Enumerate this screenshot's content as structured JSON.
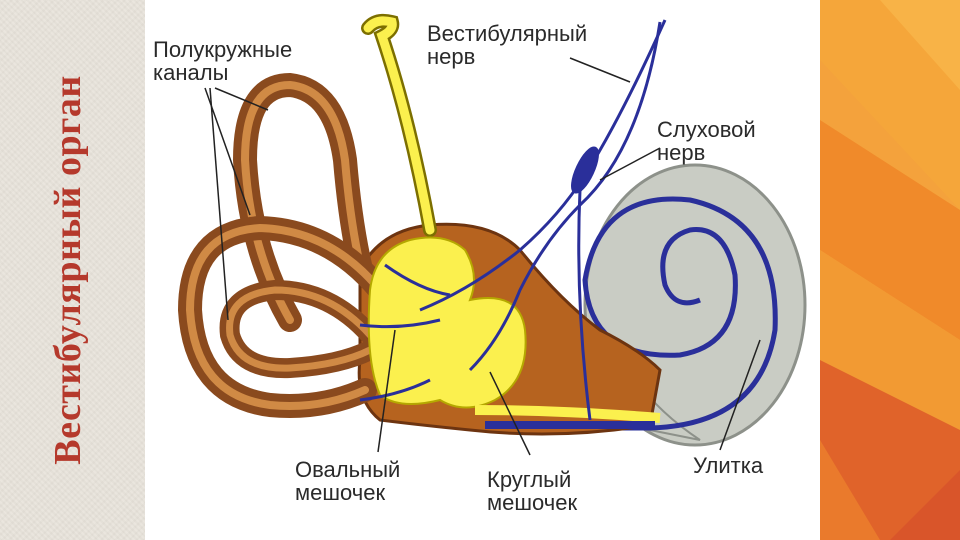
{
  "slide": {
    "vertical_title": "Вестибулярный орган",
    "colors": {
      "left_band": "#e9e4dc",
      "title_text": "#b5392c",
      "orange_light": "#f8b347",
      "orange_mid": "#f08a2a",
      "orange_dark": "#e0632a",
      "canal_brown": "#8a4a1e",
      "canal_inner": "#d08a45",
      "vestibule_yellow": "#fbf04e",
      "nerve_blue": "#2a2f9a",
      "cochlea_gray": "#c9ccc4"
    }
  },
  "labels": {
    "semicircular_canals": [
      "Полукружные",
      "каналы"
    ],
    "vestibular_nerve": [
      "Вестибулярный",
      "нерв"
    ],
    "auditory_nerve": [
      "Слуховой",
      "нерв"
    ],
    "oval_sac": [
      "Овальный",
      "мешочек"
    ],
    "round_sac": [
      "Круглый",
      "мешочек"
    ],
    "cochlea": [
      "Улитка"
    ]
  }
}
